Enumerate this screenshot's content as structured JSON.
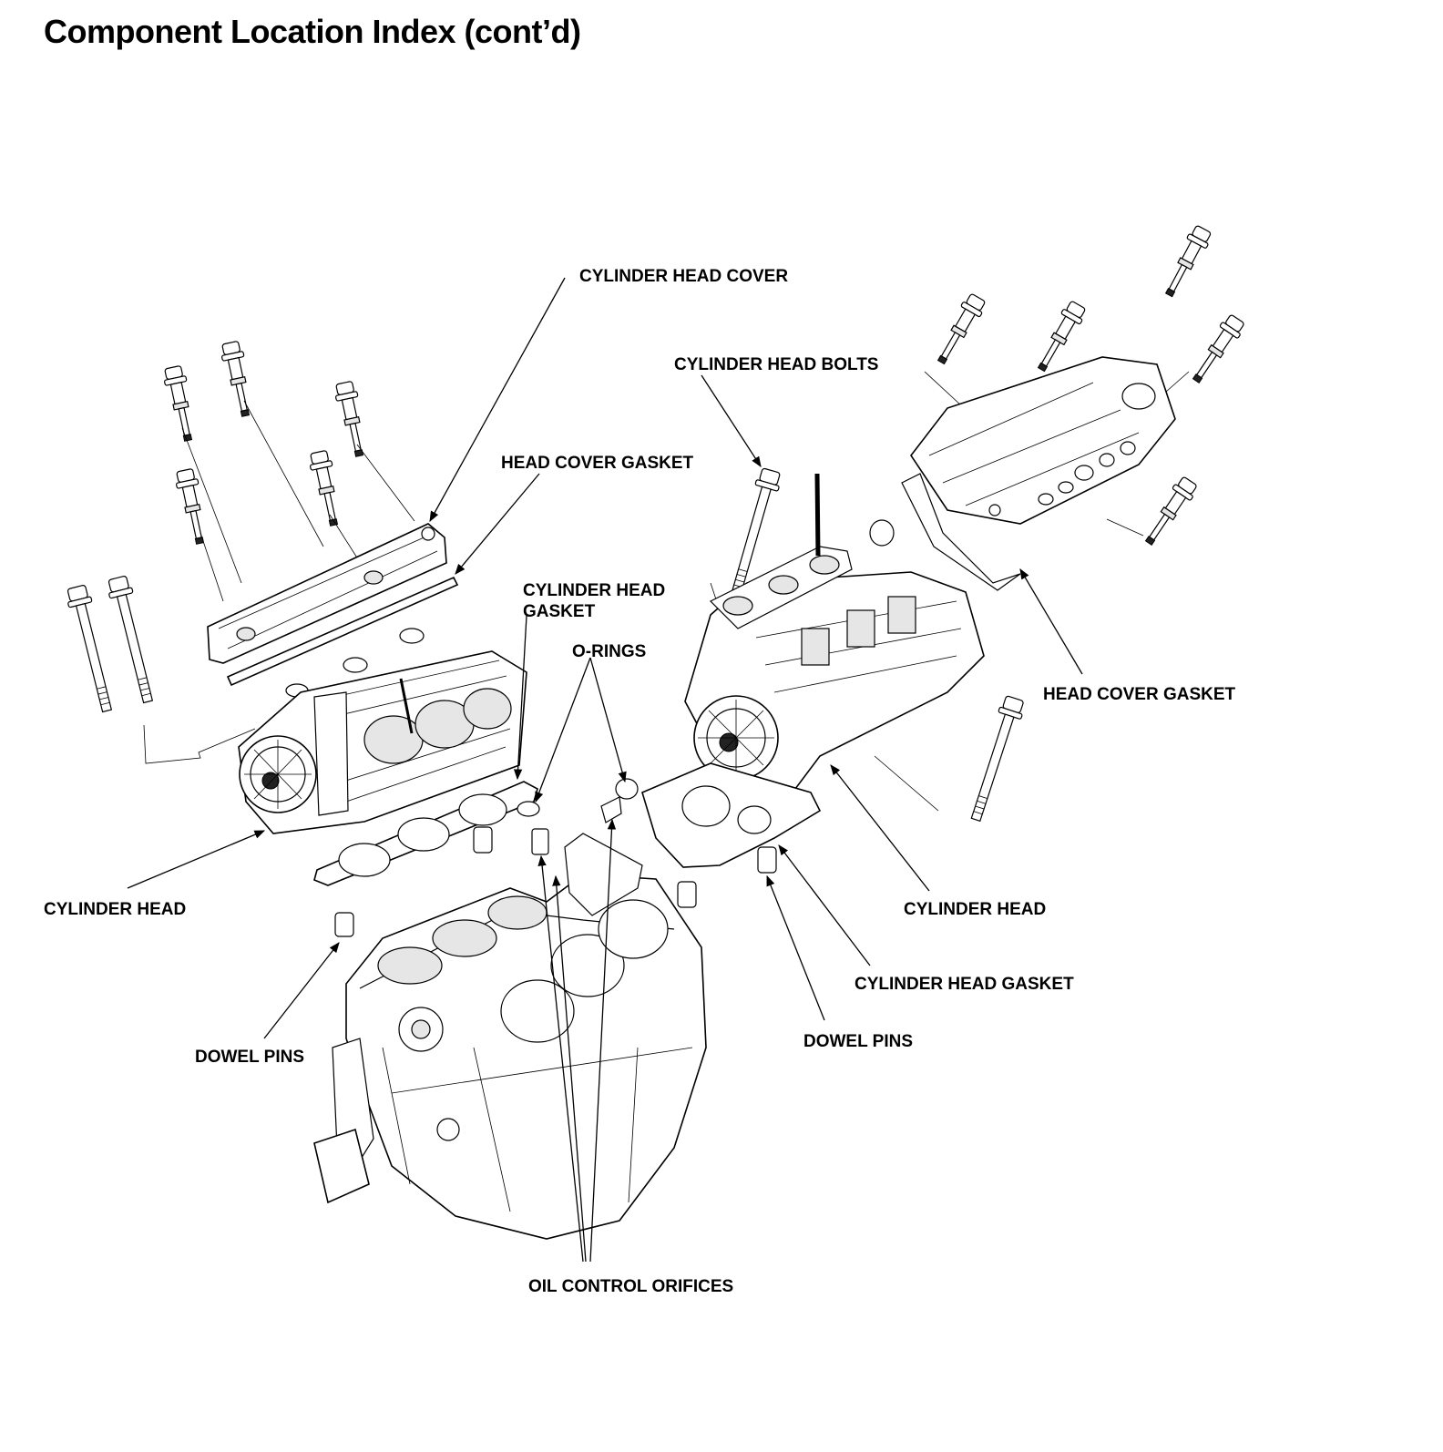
{
  "title": "Component Location Index (cont’d)",
  "labels": {
    "cylinder_head_cover": "CYLINDER HEAD COVER",
    "cylinder_head_bolts": "CYLINDER HEAD BOLTS",
    "head_cover_gasket_left": "HEAD COVER GASKET",
    "cylinder_head_gasket_left_line1": "CYLINDER HEAD",
    "cylinder_head_gasket_left_line2": "GASKET",
    "o_rings": "O-RINGS",
    "head_cover_gasket_right": "HEAD COVER GASKET",
    "cylinder_head_left": "CYLINDER HEAD",
    "cylinder_head_right": "CYLINDER HEAD",
    "cylinder_head_gasket_right": "CYLINDER HEAD GASKET",
    "dowel_pins_right": "DOWEL PINS",
    "dowel_pins_left": "DOWEL PINS",
    "oil_control_orifices": "OIL CONTROL ORIFICES"
  }
}
